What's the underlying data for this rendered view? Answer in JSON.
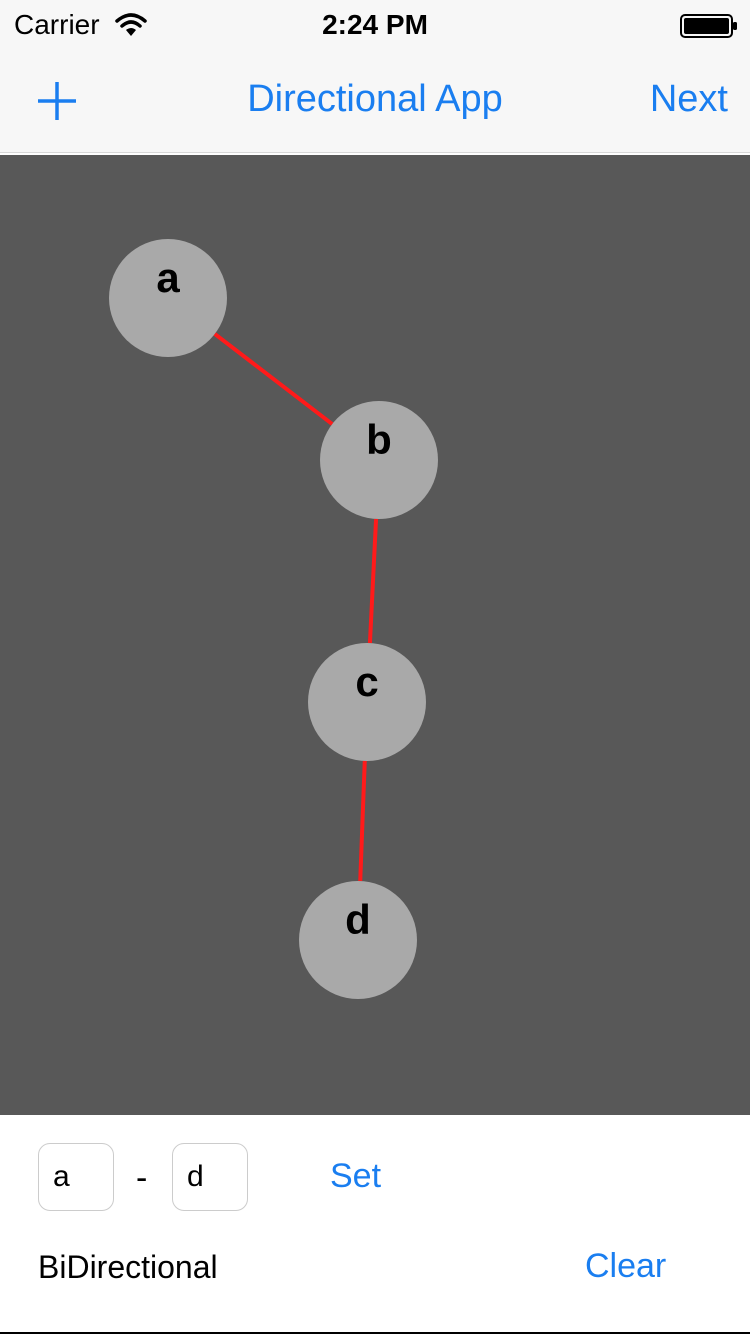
{
  "status_bar": {
    "carrier": "Carrier",
    "time": "2:24 PM",
    "icons": [
      "wifi-icon",
      "battery-icon"
    ]
  },
  "nav_bar": {
    "add_icon": "plus-icon",
    "title": "Directional App",
    "next_label": "Next"
  },
  "graph": {
    "nodes": [
      {
        "label": "a"
      },
      {
        "label": "b"
      },
      {
        "label": "c"
      },
      {
        "label": "d"
      }
    ],
    "edges": [
      [
        "a",
        "b"
      ],
      [
        "b",
        "c"
      ],
      [
        "c",
        "d"
      ]
    ],
    "colors": {
      "background": "#585858",
      "node_fill": "#a9a9a9",
      "edge": "#ff1a1a"
    }
  },
  "controls": {
    "from_value": "a",
    "to_value": "d",
    "separator": "-",
    "set_label": "Set",
    "mode_label": "BiDirectional",
    "clear_label": "Clear"
  },
  "colors": {
    "accent": "#1a7ef0"
  }
}
